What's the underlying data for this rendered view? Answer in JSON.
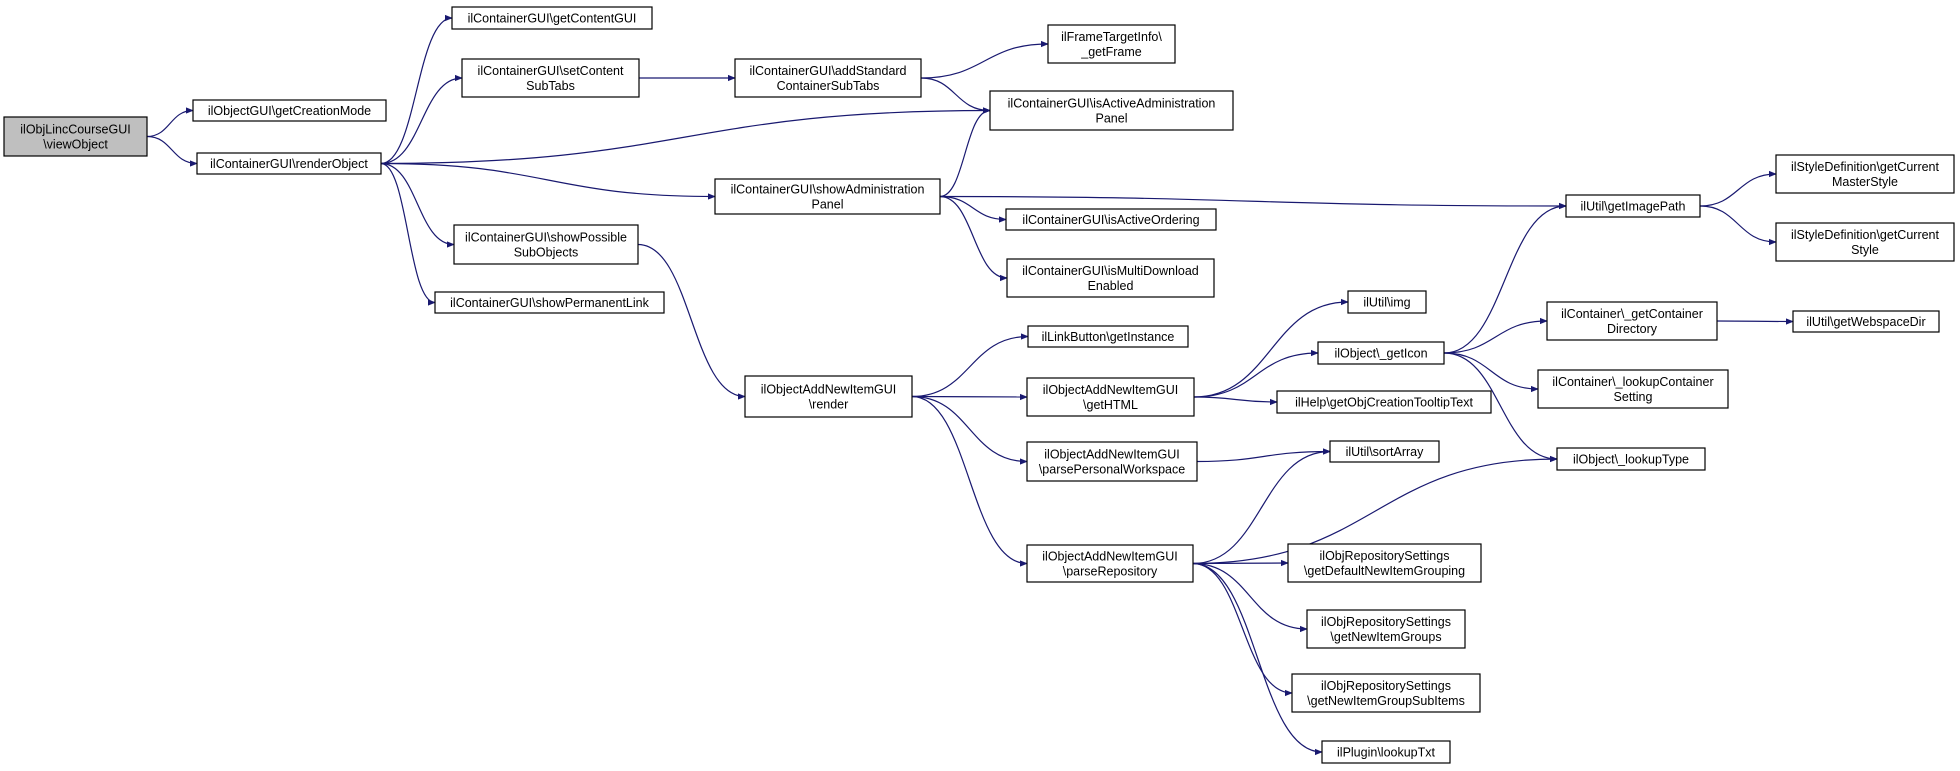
{
  "graph": {
    "nodes": [
      {
        "id": "root",
        "lines": [
          "ilObjLincCourseGUI",
          "\\viewObject"
        ],
        "root": true
      },
      {
        "id": "getCreationMode",
        "lines": [
          "ilObjectGUI\\getCreationMode"
        ]
      },
      {
        "id": "renderObject",
        "lines": [
          "ilContainerGUI\\renderObject"
        ]
      },
      {
        "id": "getContentGUI",
        "lines": [
          "ilContainerGUI\\getContentGUI"
        ]
      },
      {
        "id": "setContentSubTabs",
        "lines": [
          "ilContainerGUI\\setContent",
          "SubTabs"
        ]
      },
      {
        "id": "showPossibleSubObjects",
        "lines": [
          "ilContainerGUI\\showPossible",
          "SubObjects"
        ]
      },
      {
        "id": "showPermanentLink",
        "lines": [
          "ilContainerGUI\\showPermanentLink"
        ]
      },
      {
        "id": "addStandardContainerSubTabs",
        "lines": [
          "ilContainerGUI\\addStandard",
          "ContainerSubTabs"
        ]
      },
      {
        "id": "showAdministrationPanel",
        "lines": [
          "ilContainerGUI\\showAdministration",
          "Panel"
        ]
      },
      {
        "id": "getFrame",
        "lines": [
          "ilFrameTargetInfo\\",
          "_getFrame"
        ]
      },
      {
        "id": "isActiveAdministrationPanel",
        "lines": [
          "ilContainerGUI\\isActiveAdministration",
          "Panel"
        ]
      },
      {
        "id": "isActiveOrdering",
        "lines": [
          "ilContainerGUI\\isActiveOrdering"
        ]
      },
      {
        "id": "isMultiDownloadEnabled",
        "lines": [
          "ilContainerGUI\\isMultiDownload",
          "Enabled"
        ]
      },
      {
        "id": "getImagePath",
        "lines": [
          "ilUtil\\getImagePath"
        ]
      },
      {
        "id": "getCurrentMasterStyle",
        "lines": [
          "ilStyleDefinition\\getCurrent",
          "MasterStyle"
        ]
      },
      {
        "id": "getCurrentStyle",
        "lines": [
          "ilStyleDefinition\\getCurrent",
          "Style"
        ]
      },
      {
        "id": "render",
        "lines": [
          "ilObjectAddNewItemGUI",
          "\\render"
        ]
      },
      {
        "id": "getInstance",
        "lines": [
          "ilLinkButton\\getInstance"
        ]
      },
      {
        "id": "getHTML",
        "lines": [
          "ilObjectAddNewItemGUI",
          "\\getHTML"
        ]
      },
      {
        "id": "parsePersonalWorkspace",
        "lines": [
          "ilObjectAddNewItemGUI",
          "\\parsePersonalWorkspace"
        ]
      },
      {
        "id": "parseRepository",
        "lines": [
          "ilObjectAddNewItemGUI",
          "\\parseRepository"
        ]
      },
      {
        "id": "img",
        "lines": [
          "ilUtil\\img"
        ]
      },
      {
        "id": "getIcon",
        "lines": [
          "ilObject\\_getIcon"
        ]
      },
      {
        "id": "getObjCreationTooltipText",
        "lines": [
          "ilHelp\\getObjCreationTooltipText"
        ]
      },
      {
        "id": "sortArray",
        "lines": [
          "ilUtil\\sortArray"
        ]
      },
      {
        "id": "getContainerDirectory",
        "lines": [
          "ilContainer\\_getContainer",
          "Directory"
        ]
      },
      {
        "id": "lookupContainerSetting",
        "lines": [
          "ilContainer\\_lookupContainer",
          "Setting"
        ]
      },
      {
        "id": "lookupType",
        "lines": [
          "ilObject\\_lookupType"
        ]
      },
      {
        "id": "getWebspaceDir",
        "lines": [
          "ilUtil\\getWebspaceDir"
        ]
      },
      {
        "id": "getDefaultNewItemGrouping",
        "lines": [
          "ilObjRepositorySettings",
          "\\getDefaultNewItemGrouping"
        ]
      },
      {
        "id": "getNewItemGroups",
        "lines": [
          "ilObjRepositorySettings",
          "\\getNewItemGroups"
        ]
      },
      {
        "id": "getNewItemGroupSubItems",
        "lines": [
          "ilObjRepositorySettings",
          "\\getNewItemGroupSubItems"
        ]
      },
      {
        "id": "lookupTxt",
        "lines": [
          "ilPlugin\\lookupTxt"
        ]
      }
    ],
    "edges": [
      [
        "root",
        "getCreationMode"
      ],
      [
        "root",
        "renderObject"
      ],
      [
        "renderObject",
        "getContentGUI"
      ],
      [
        "renderObject",
        "setContentSubTabs"
      ],
      [
        "renderObject",
        "isActiveAdministrationPanel"
      ],
      [
        "renderObject",
        "showAdministrationPanel"
      ],
      [
        "renderObject",
        "showPossibleSubObjects"
      ],
      [
        "renderObject",
        "showPermanentLink"
      ],
      [
        "setContentSubTabs",
        "addStandardContainerSubTabs"
      ],
      [
        "addStandardContainerSubTabs",
        "getFrame"
      ],
      [
        "addStandardContainerSubTabs",
        "isActiveAdministrationPanel"
      ],
      [
        "showAdministrationPanel",
        "isActiveAdministrationPanel"
      ],
      [
        "showAdministrationPanel",
        "getImagePath"
      ],
      [
        "showAdministrationPanel",
        "isActiveOrdering"
      ],
      [
        "showAdministrationPanel",
        "isMultiDownloadEnabled"
      ],
      [
        "getImagePath",
        "getCurrentMasterStyle"
      ],
      [
        "getImagePath",
        "getCurrentStyle"
      ],
      [
        "showPossibleSubObjects",
        "render"
      ],
      [
        "render",
        "getInstance"
      ],
      [
        "render",
        "getHTML"
      ],
      [
        "render",
        "parsePersonalWorkspace"
      ],
      [
        "render",
        "parseRepository"
      ],
      [
        "getHTML",
        "img"
      ],
      [
        "getHTML",
        "getIcon"
      ],
      [
        "getHTML",
        "getObjCreationTooltipText"
      ],
      [
        "getIcon",
        "getImagePath"
      ],
      [
        "getIcon",
        "getContainerDirectory"
      ],
      [
        "getIcon",
        "lookupContainerSetting"
      ],
      [
        "getIcon",
        "lookupType"
      ],
      [
        "getContainerDirectory",
        "getWebspaceDir"
      ],
      [
        "parsePersonalWorkspace",
        "sortArray"
      ],
      [
        "parseRepository",
        "sortArray"
      ],
      [
        "parseRepository",
        "lookupType"
      ],
      [
        "parseRepository",
        "getDefaultNewItemGrouping"
      ],
      [
        "parseRepository",
        "getNewItemGroups"
      ],
      [
        "parseRepository",
        "getNewItemGroupSubItems"
      ],
      [
        "parseRepository",
        "lookupTxt"
      ]
    ]
  },
  "colors": {
    "edge": "#191970",
    "node_border": "#000000",
    "node_fill": "#ffffff",
    "root_fill": "#bfbfbf"
  }
}
